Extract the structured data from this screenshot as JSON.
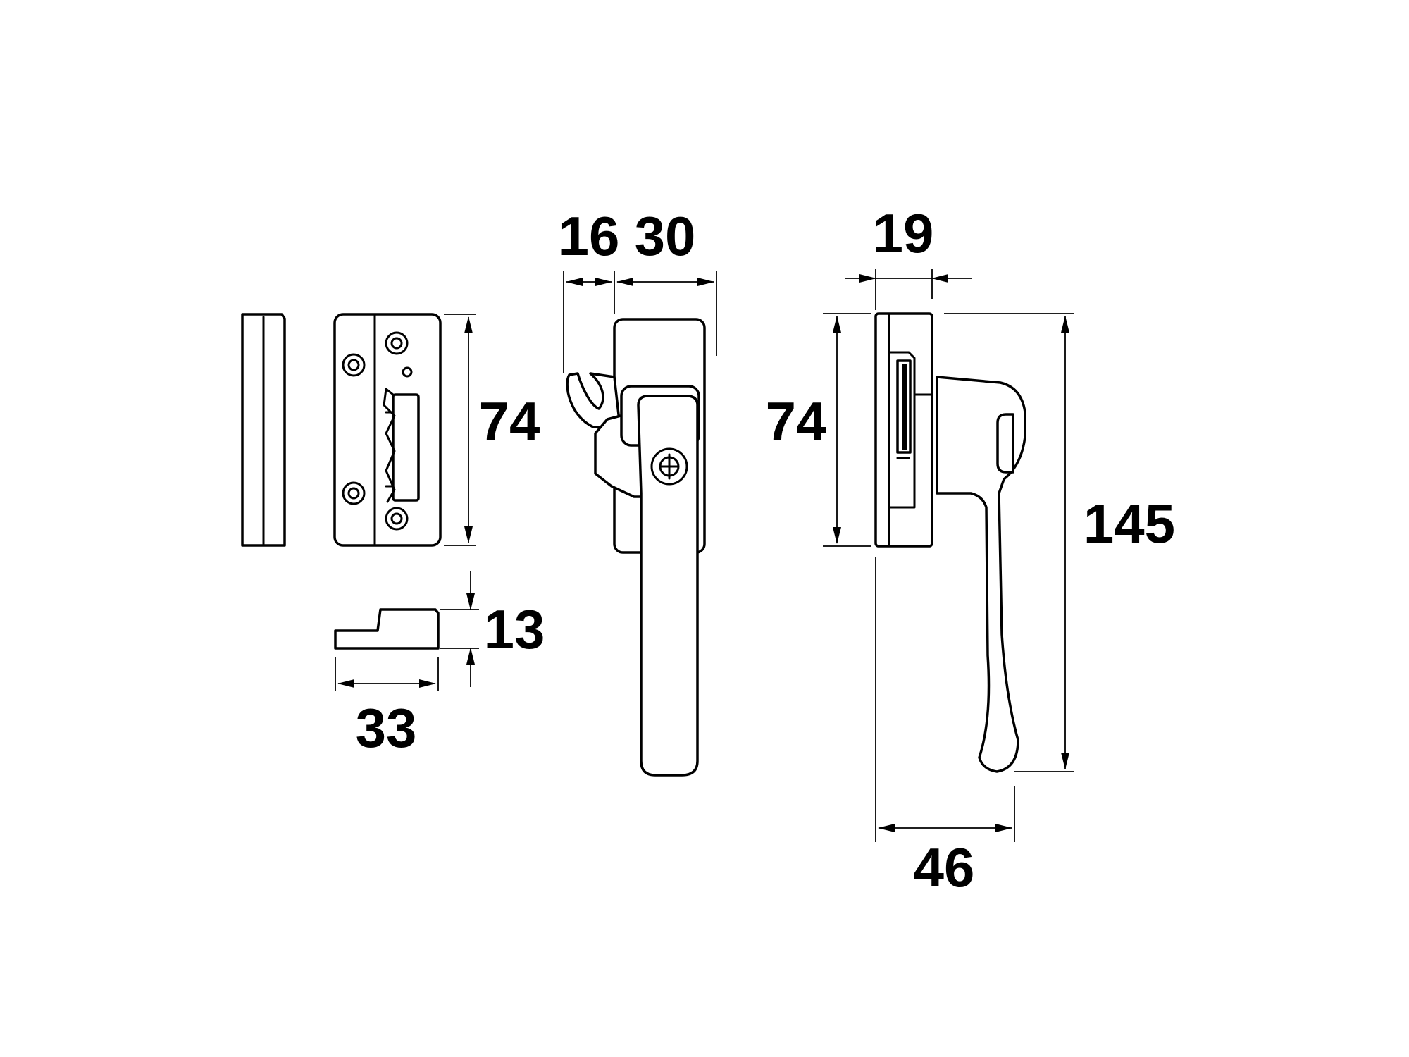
{
  "dimensions": {
    "keep_height": "74",
    "keep_depth": "13",
    "keep_width": "33",
    "hook_projection": "16",
    "body_depth": "30",
    "handle_plate_depth": "19",
    "handle_plate_height": "74",
    "handle_height": "145",
    "handle_projection": "46"
  },
  "colors": {
    "line": "#000000",
    "background": "#ffffff"
  }
}
